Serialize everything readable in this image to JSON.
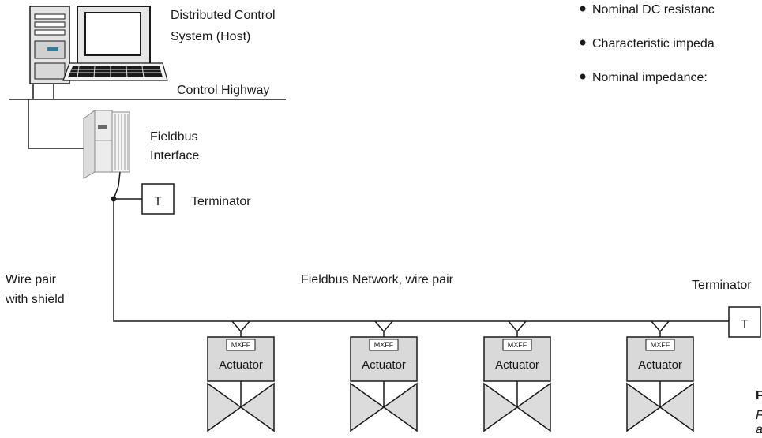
{
  "host": {
    "label_line1": "Distributed Control",
    "label_line2": "System (Host)"
  },
  "highway": {
    "label": "Control Highway"
  },
  "interface": {
    "label_line1": "Fieldbus",
    "label_line2": "Interface"
  },
  "terminators": [
    {
      "symbol": "T",
      "label": "Terminator"
    },
    {
      "symbol": "T",
      "label": "Terminator"
    }
  ],
  "cable": {
    "label_line1": "Wire pair",
    "label_line2": "with shield"
  },
  "network": {
    "label": "Fieldbus Network, wire pair"
  },
  "actuators": [
    {
      "tag": "MXFF",
      "label": "Actuator"
    },
    {
      "tag": "MXFF",
      "label": "Actuator"
    },
    {
      "tag": "MXFF",
      "label": "Actuator"
    },
    {
      "tag": "MXFF",
      "label": "Actuator"
    }
  ],
  "specs": [
    "Nominal DC resistanc",
    "Characteristic impeda",
    "Nominal impedance:"
  ],
  "figure_caption": {
    "label": "F",
    "line1": "F",
    "line2": "a"
  }
}
